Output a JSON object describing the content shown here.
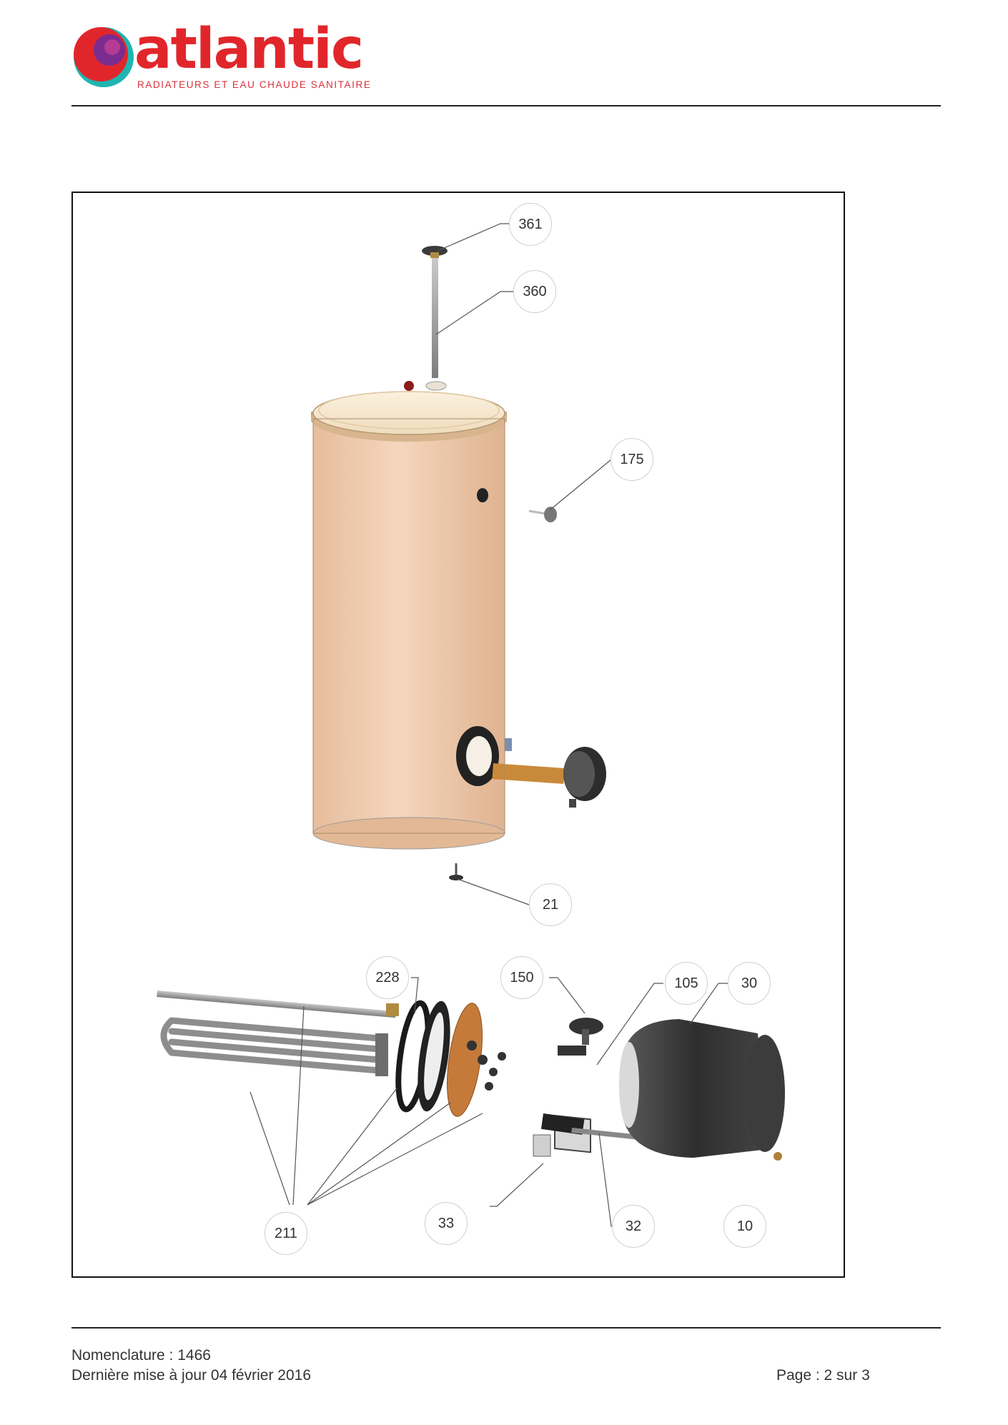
{
  "brand": {
    "name": "atlantic",
    "tagline": "RADIATEURS ET EAU CHAUDE SANITAIRE",
    "colors": {
      "red": "#e1262b",
      "purple": "#7b2c8f",
      "teal": "#1fb5b0"
    }
  },
  "callouts": [
    "361",
    "360",
    "175",
    "21",
    "228",
    "150",
    "105",
    "30",
    "211",
    "33",
    "32",
    "10"
  ],
  "colors": {
    "tank": "#f2cfb3",
    "tank_shadow": "#d9b090",
    "lid": "#f6e7cd",
    "element": "#a9a9a9",
    "copper": "#c57a3a",
    "cover": "#3a3a3a"
  },
  "footer": {
    "nomenclature": "Nomenclature : 1466",
    "updated": "Dernière mise à jour 04 février 2016",
    "page": "Page : 2 sur 3"
  }
}
